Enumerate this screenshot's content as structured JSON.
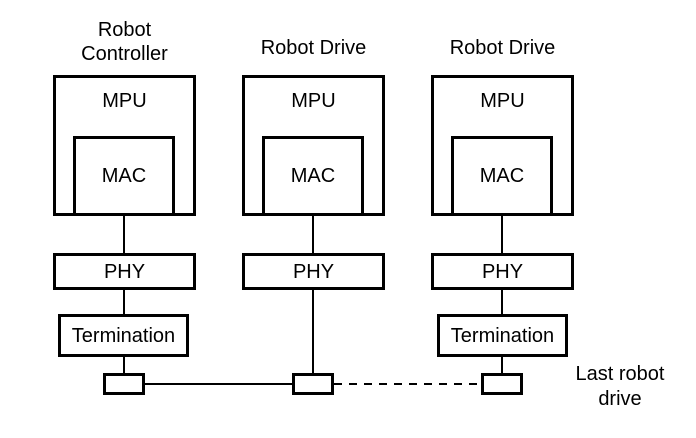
{
  "diagram": {
    "colors": {
      "background": "#ffffff",
      "line": "#000000",
      "text": "#000000"
    },
    "columns": [
      {
        "label_lines": [
          "Robot",
          "Controller"
        ],
        "mpu": "MPU",
        "mac": "MAC",
        "phy": "PHY",
        "termination": "Termination"
      },
      {
        "label_lines": [
          "Robot Drive"
        ],
        "mpu": "MPU",
        "mac": "MAC",
        "phy": "PHY"
      },
      {
        "label_lines": [
          "Robot Drive"
        ],
        "mpu": "MPU",
        "mac": "MAC",
        "phy": "PHY",
        "termination": "Termination"
      }
    ],
    "bus": {
      "segment_1_style": "solid",
      "segment_2_style": "dashed"
    },
    "annotation": {
      "lines": [
        "Last robot",
        "drive"
      ]
    }
  }
}
